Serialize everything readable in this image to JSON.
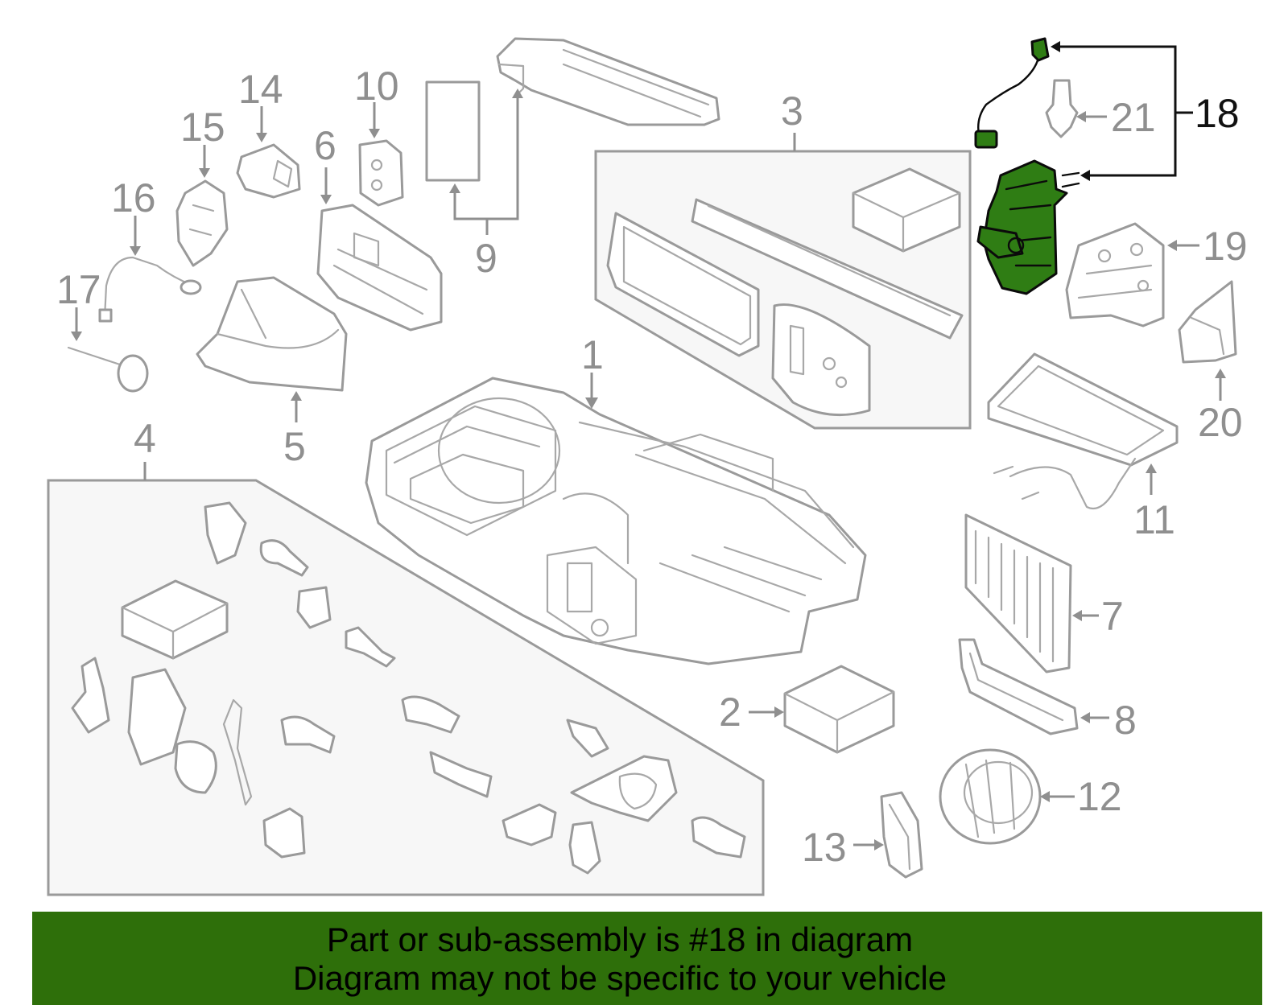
{
  "callouts": {
    "c1": "1",
    "c2": "2",
    "c3": "3",
    "c4": "4",
    "c5": "5",
    "c6": "6",
    "c7": "7",
    "c8": "8",
    "c9": "9",
    "c10": "10",
    "c11": "11",
    "c12": "12",
    "c13": "13",
    "c14": "14",
    "c15": "15",
    "c16": "16",
    "c17": "17",
    "c18": "18",
    "c19": "19",
    "c20": "20",
    "c21": "21"
  },
  "highlighted_part": "18",
  "colors": {
    "highlight": "#2f7d14",
    "banner": "#2e6f0a",
    "line_art": "#9a9a9a"
  },
  "banner": {
    "line1": "Part or sub-assembly is #18 in diagram",
    "line2": "Diagram may not be specific to your vehicle"
  }
}
